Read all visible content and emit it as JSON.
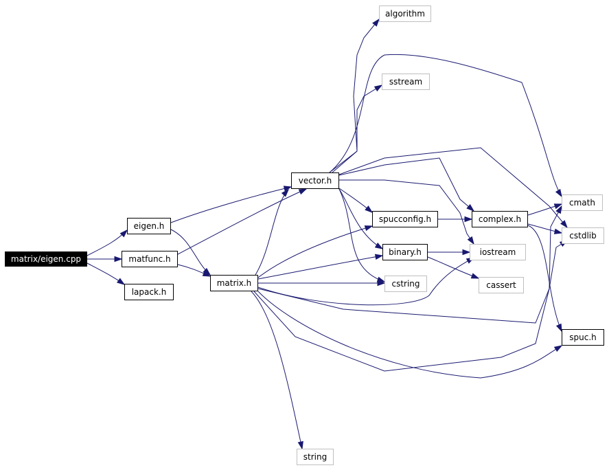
{
  "graph": {
    "edge_color": "#191970",
    "internal_border_color": "#000000",
    "external_border_color": "#bfbfbf",
    "root_fill_color": "#000000",
    "nodes": [
      {
        "id": "root",
        "label": "matrix/eigen.cpp",
        "kind": "root"
      },
      {
        "id": "eigen",
        "label": "eigen.h",
        "kind": "internal"
      },
      {
        "id": "matfunc",
        "label": "matfunc.h",
        "kind": "internal"
      },
      {
        "id": "lapack",
        "label": "lapack.h",
        "kind": "internal"
      },
      {
        "id": "matrix",
        "label": "matrix.h",
        "kind": "internal"
      },
      {
        "id": "vector",
        "label": "vector.h",
        "kind": "internal"
      },
      {
        "id": "spucconfig",
        "label": "spucconfig.h",
        "kind": "internal"
      },
      {
        "id": "binary",
        "label": "binary.h",
        "kind": "internal"
      },
      {
        "id": "complex",
        "label": "complex.h",
        "kind": "internal"
      },
      {
        "id": "spuc",
        "label": "spuc.h",
        "kind": "internal"
      },
      {
        "id": "algorithm",
        "label": "algorithm",
        "kind": "external"
      },
      {
        "id": "sstream",
        "label": "sstream",
        "kind": "external"
      },
      {
        "id": "cmath",
        "label": "cmath",
        "kind": "external"
      },
      {
        "id": "cstdlib",
        "label": "cstdlib",
        "kind": "external"
      },
      {
        "id": "iostream",
        "label": "iostream",
        "kind": "external"
      },
      {
        "id": "cstring",
        "label": "cstring",
        "kind": "external"
      },
      {
        "id": "cassert",
        "label": "cassert",
        "kind": "external"
      },
      {
        "id": "string",
        "label": "string",
        "kind": "external"
      }
    ],
    "edges": [
      {
        "from": "root",
        "to": "eigen"
      },
      {
        "from": "root",
        "to": "matfunc"
      },
      {
        "from": "root",
        "to": "lapack"
      },
      {
        "from": "eigen",
        "to": "vector"
      },
      {
        "from": "eigen",
        "to": "matrix"
      },
      {
        "from": "matfunc",
        "to": "vector"
      },
      {
        "from": "matfunc",
        "to": "matrix"
      },
      {
        "from": "matrix",
        "to": "vector"
      },
      {
        "from": "matrix",
        "to": "spucconfig"
      },
      {
        "from": "matrix",
        "to": "binary"
      },
      {
        "from": "matrix",
        "to": "cstring"
      },
      {
        "from": "matrix",
        "to": "iostream"
      },
      {
        "from": "matrix",
        "to": "cstdlib"
      },
      {
        "from": "matrix",
        "to": "spuc"
      },
      {
        "from": "matrix",
        "to": "cmath"
      },
      {
        "from": "matrix",
        "to": "string"
      },
      {
        "from": "vector",
        "to": "algorithm"
      },
      {
        "from": "vector",
        "to": "sstream"
      },
      {
        "from": "vector",
        "to": "cmath"
      },
      {
        "from": "vector",
        "to": "cstdlib"
      },
      {
        "from": "vector",
        "to": "complex"
      },
      {
        "from": "vector",
        "to": "iostream"
      },
      {
        "from": "vector",
        "to": "spucconfig"
      },
      {
        "from": "vector",
        "to": "binary"
      },
      {
        "from": "vector",
        "to": "cstring"
      },
      {
        "from": "spucconfig",
        "to": "complex"
      },
      {
        "from": "binary",
        "to": "iostream"
      },
      {
        "from": "binary",
        "to": "cassert"
      },
      {
        "from": "complex",
        "to": "cmath"
      },
      {
        "from": "complex",
        "to": "cstdlib"
      },
      {
        "from": "complex",
        "to": "spuc"
      }
    ]
  }
}
